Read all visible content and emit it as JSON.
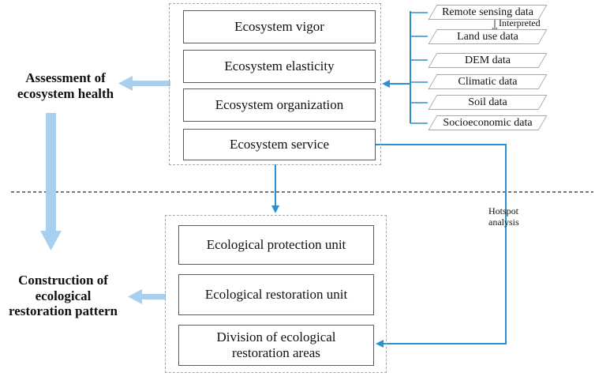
{
  "side_labels": {
    "assessment": "Assessment of\necosystem health",
    "construction": "Construction of\necological\nrestoration pattern"
  },
  "assessment_boxes": [
    "Ecosystem vigor",
    "Ecosystem elasticity",
    "Ecosystem organization",
    "Ecosystem service"
  ],
  "restoration_boxes": [
    "Ecological protection unit",
    "Ecological restoration unit",
    "Division of ecological\nrestoration areas"
  ],
  "data_sources": [
    "Remote sensing data",
    "Land use data",
    "DEM data",
    "Climatic data",
    "Soil data",
    "Socioeconomic data"
  ],
  "notes": {
    "interpreted": "Interpreted",
    "hotspot": "Hotspot\nanalysis"
  },
  "colors": {
    "arrow_blue": "#2b8fd1",
    "pale_blue": "#a9cfee",
    "dashed_line": "#222222",
    "group_border": "#a8a8a8"
  }
}
